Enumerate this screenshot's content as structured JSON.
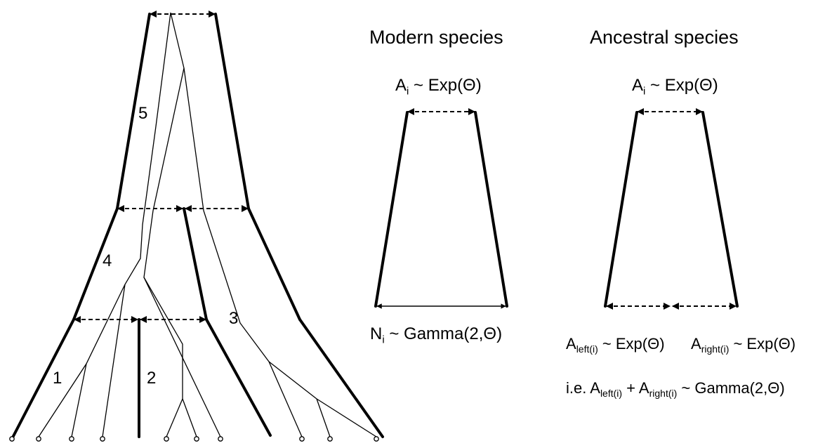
{
  "headings": {
    "modern": "Modern species",
    "ancestral": "Ancestral species"
  },
  "tree": {
    "branch_labels": [
      "1",
      "2",
      "3",
      "4",
      "5"
    ]
  },
  "modern_panel": {
    "top_formula": {
      "base": "A",
      "sub": "i",
      "rest": " ~ Exp(Θ)"
    },
    "bottom_formula": {
      "base": "N",
      "sub": "i",
      "rest": " ~ Gamma(2,Θ)"
    }
  },
  "ancestral_panel": {
    "top_formula": {
      "base": "A",
      "sub": "i",
      "rest": " ~ Exp(Θ)"
    },
    "left_formula": {
      "base": "A",
      "sub": "left(i)",
      "rest": " ~ Exp(Θ)"
    },
    "right_formula": {
      "base": "A",
      "sub": "right(i)",
      "rest": " ~ Exp(Θ)"
    },
    "sum_formula": {
      "prefix": "i.e. ",
      "a1": "A",
      "s1": "left(i)",
      "mid": " + ",
      "a2": "A",
      "s2": "right(i)",
      "rest": " ~ Gamma(2,Θ)"
    }
  }
}
